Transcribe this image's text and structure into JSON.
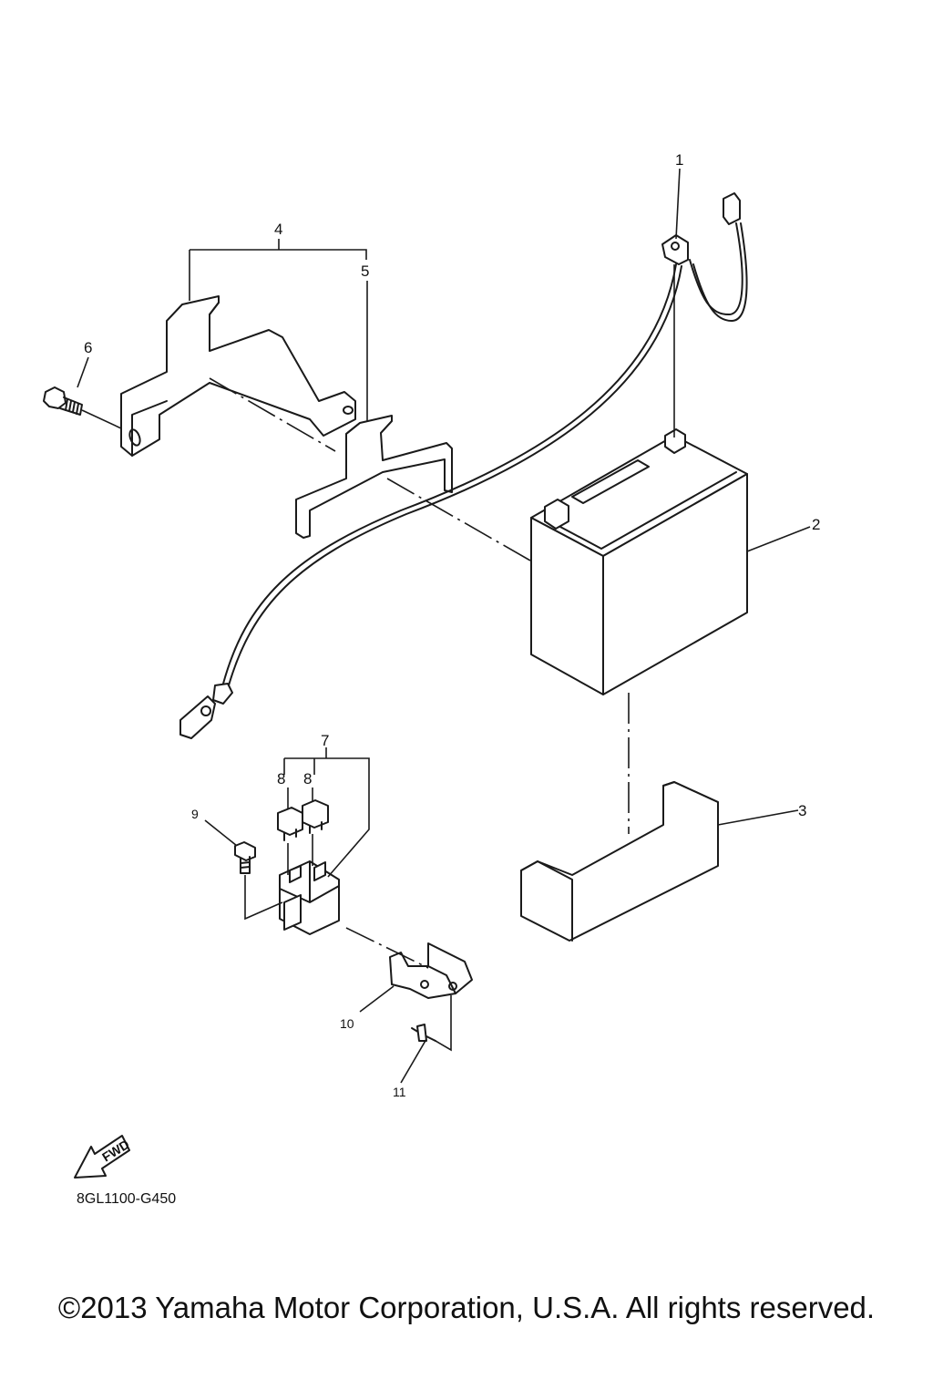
{
  "diagram": {
    "callouts": {
      "c1": "1",
      "c2": "2",
      "c3": "3",
      "c4": "4",
      "c5": "5",
      "c6": "6",
      "c7": "7",
      "c8a": "8",
      "c8b": "8",
      "c9": "9",
      "c10": "10",
      "c11": "11"
    },
    "fwd_label": "FWD",
    "code": "8GL1100-G450"
  },
  "footer": {
    "copyright": "©2013 Yamaha Motor Corporation, U.S.A. All rights reserved."
  }
}
